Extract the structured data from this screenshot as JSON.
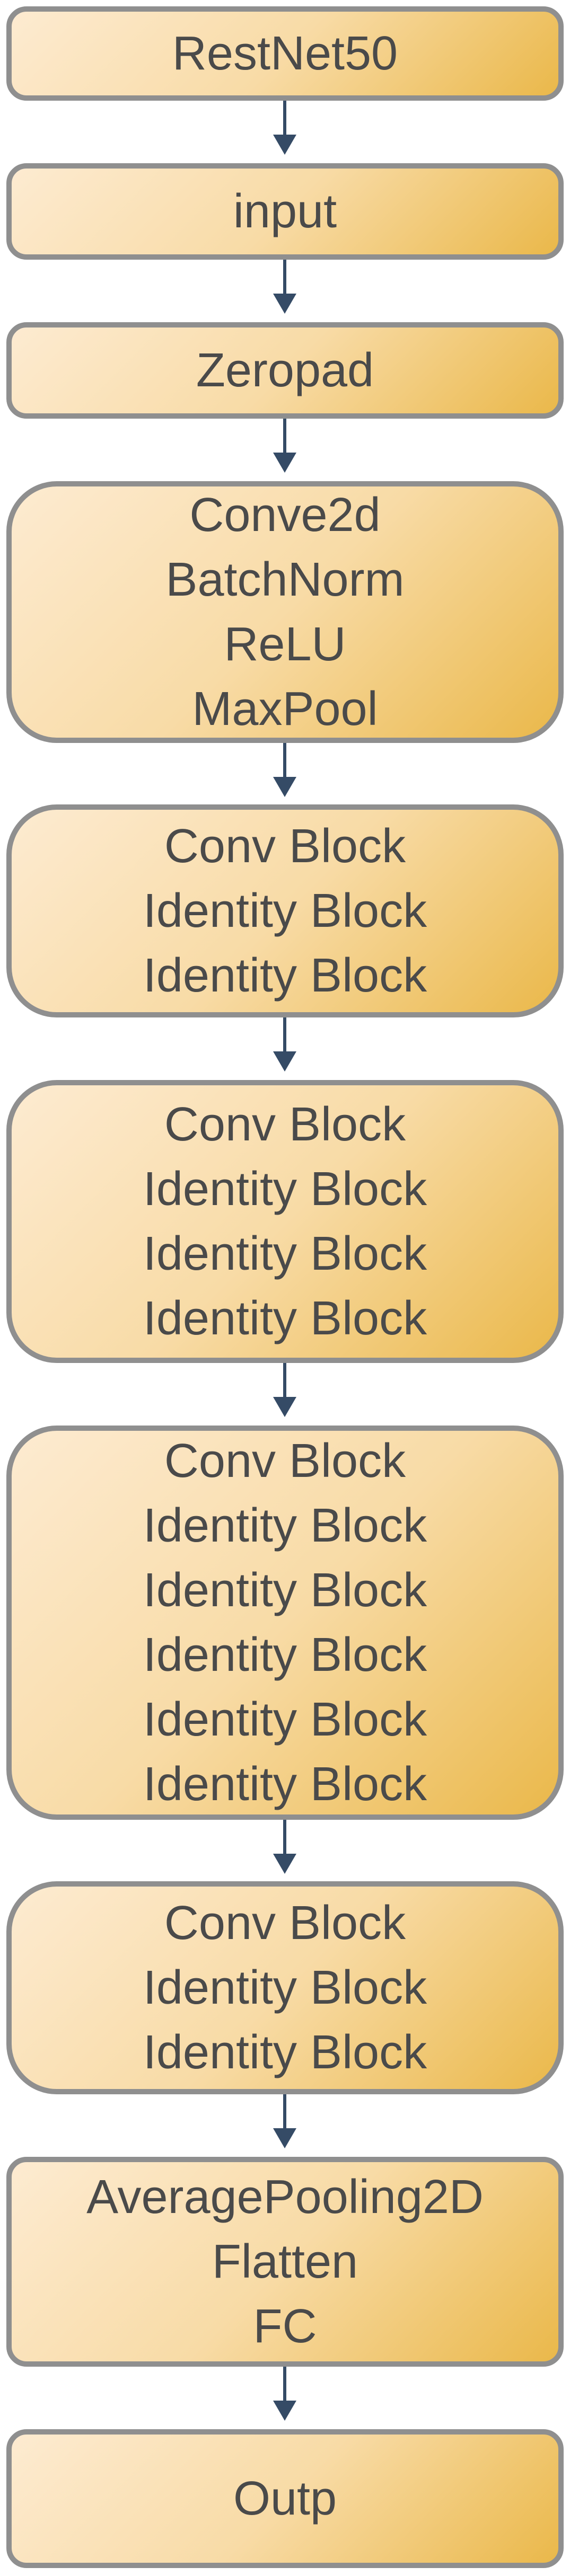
{
  "blocks": [
    {
      "id": "restnet50",
      "lines": [
        "RestNet50"
      ]
    },
    {
      "id": "input",
      "lines": [
        "input"
      ]
    },
    {
      "id": "zeropad",
      "lines": [
        "Zeropad"
      ]
    },
    {
      "id": "stage-1",
      "lines": [
        "Conve2d",
        "BatchNorm",
        "ReLU",
        "MaxPool"
      ]
    },
    {
      "id": "stage-2",
      "lines": [
        "Conv Block",
        "Identity Block",
        "Identity Block"
      ]
    },
    {
      "id": "stage-3",
      "lines": [
        "Conv Block",
        "Identity Block",
        "Identity Block",
        "Identity Block"
      ]
    },
    {
      "id": "stage-4",
      "lines": [
        "Conv Block",
        "Identity Block",
        "Identity Block",
        "Identity Block",
        "Identity Block",
        "Identity Block"
      ]
    },
    {
      "id": "stage-5",
      "lines": [
        "Conv Block",
        "Identity Block",
        "Identity Block"
      ]
    },
    {
      "id": "head",
      "lines": [
        "AveragePooling2D",
        "Flatten",
        "FC"
      ]
    },
    {
      "id": "output",
      "lines": [
        "Outp"
      ]
    }
  ],
  "colors": {
    "box_fill_light": "#fdebd1",
    "box_fill_dark": "#eab84a",
    "box_border": "#8f8f8f",
    "text": "#4a4a4a",
    "arrow": "#354b66"
  }
}
